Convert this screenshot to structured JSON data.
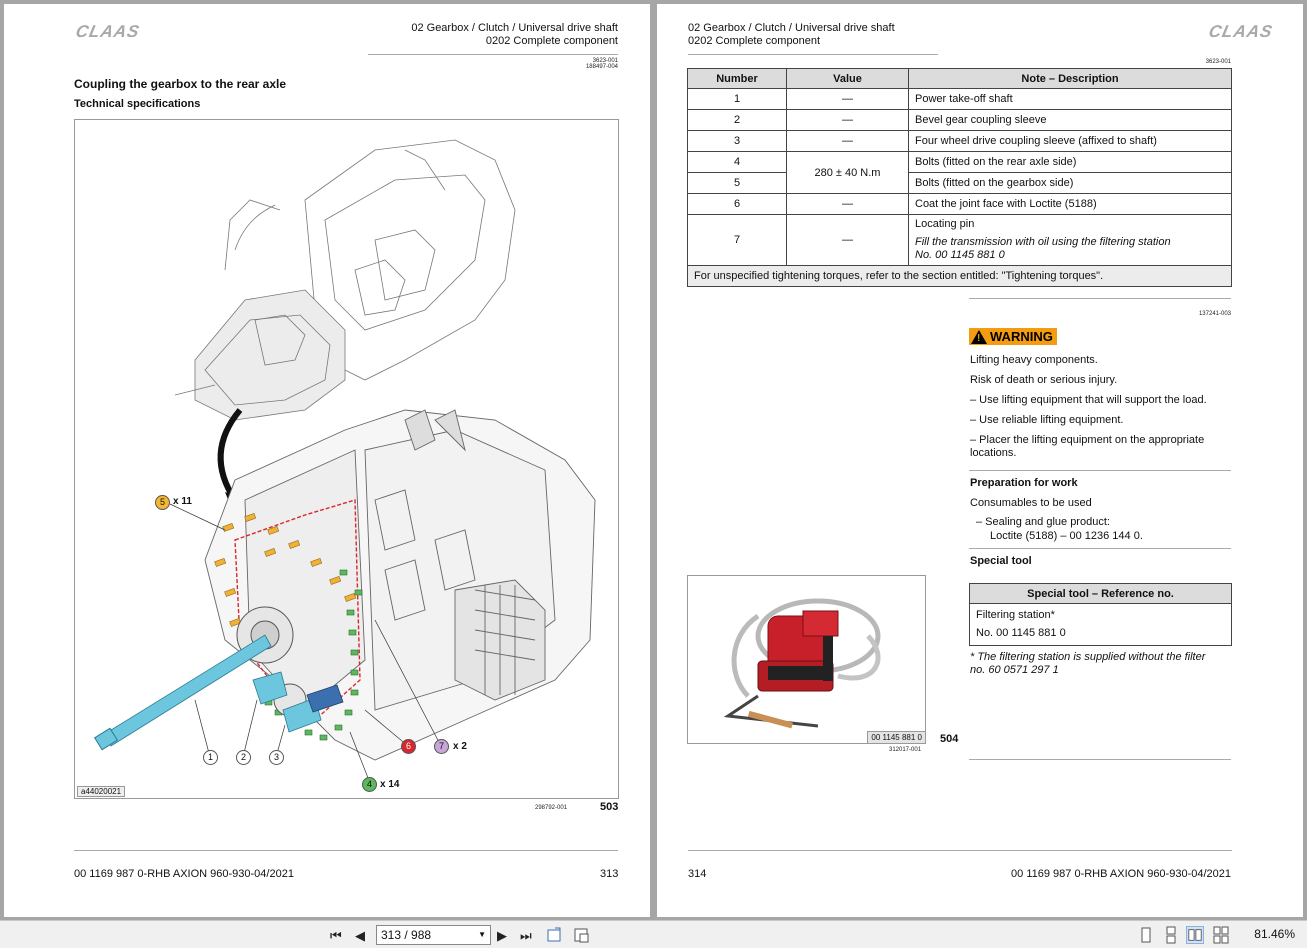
{
  "left_page": {
    "logo": "CLAAS",
    "header_line1": "02 Gearbox / Clutch / Universal drive shaft",
    "header_line2": "0202 Complete component",
    "ref1": "3623-001",
    "ref2": "188497-004",
    "section_title": "Coupling the gearbox to the rear axle",
    "subsection_title": "Technical specifications",
    "figure_code": "a44020021",
    "figure_ref": "298792-001",
    "figure_number": "503",
    "callouts": [
      {
        "n": "5",
        "qty": "x 11",
        "color": "#f5b731"
      },
      {
        "n": "1",
        "qty": "",
        "color": "#ffffff"
      },
      {
        "n": "2",
        "qty": "",
        "color": "#ffffff"
      },
      {
        "n": "3",
        "qty": "",
        "color": "#ffffff"
      },
      {
        "n": "6",
        "qty": "",
        "color": "#d9272e"
      },
      {
        "n": "7",
        "qty": "x 2",
        "color": "#c9a6d9"
      },
      {
        "n": "4",
        "qty": "x 14",
        "color": "#5cb85c"
      }
    ],
    "footer_doc": "00 1169 987 0-RHB AXION 960-930-04/2021",
    "footer_page": "313"
  },
  "right_page": {
    "logo": "CLAAS",
    "header_line1": "02 Gearbox / Clutch / Universal drive shaft",
    "header_line2": "0202 Complete component",
    "ref1": "3623-001",
    "table": {
      "headers": [
        "Number",
        "Value",
        "Note – Description"
      ],
      "rows": [
        {
          "number": "1",
          "value": "—",
          "note": "Power take-off shaft"
        },
        {
          "number": "2",
          "value": "—",
          "note": "Bevel gear coupling sleeve"
        },
        {
          "number": "3",
          "value": "—",
          "note": "Four wheel drive coupling sleeve (affixed to shaft)"
        },
        {
          "number": "4",
          "value": "280 ± 40 N.m",
          "note": "Bolts (fitted on the rear axle side)"
        },
        {
          "number": "5",
          "value": "",
          "note": "Bolts (fitted on the gearbox side)"
        },
        {
          "number": "6",
          "value": "—",
          "note": "Coat the joint face with Loctite (5188)"
        },
        {
          "number": "7",
          "value": "—",
          "note": "Locating pin",
          "note_italic": "Fill the transmission with oil using the filtering station No. 00 1145 881 0"
        }
      ],
      "footnote": "For unspecified tightening torques, refer to the section entitled: \"Tightening torques\"."
    },
    "ref2": "137241-003",
    "warning": {
      "label": "WARNING",
      "line1": "Lifting heavy components.",
      "line2": "Risk of death or serious injury.",
      "bullets": [
        "– Use lifting equipment that will support the load.",
        "– Use reliable lifting equipment.",
        "– Placer the lifting equipment on the appropriate locations."
      ]
    },
    "prep_title": "Preparation for work",
    "consumables": "Consumables to be used",
    "consumable_item": "–   Sealing and glue product:",
    "consumable_detail": "Loctite (5188) – 00 1236 144 0.",
    "special_tool_title": "Special tool",
    "tool_table": {
      "header": "Special tool – Reference no.",
      "line1": "Filtering station*",
      "line2": "No. 00 1145 881 0"
    },
    "tool_note": "* The filtering station is supplied without the filter no. 60 0571 297 1",
    "photo_label": "00 1145 881 0",
    "photo_ref": "312017-001",
    "photo_number": "504",
    "footer_page": "314",
    "footer_doc": "00 1169 987 0-RHB AXION 960-930-04/2021"
  },
  "toolbar": {
    "page_value": "313 / 988",
    "zoom": "81.46%"
  }
}
